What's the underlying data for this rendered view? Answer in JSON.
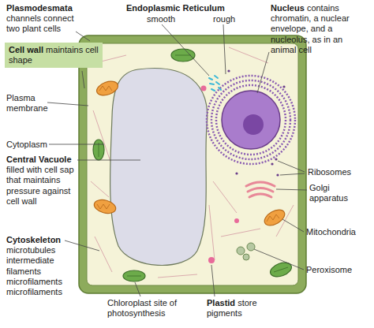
{
  "diagram": {
    "nodes": [
      {
        "text": [
          "Cell wall",
          "maintains cell shape"
        ]
      }
    ],
    "labels": [
      "Plasmodesmata",
      "channels connect two plant cells",
      "Endoplasmic Reticulum",
      "smooth",
      "rough",
      "Nucleus",
      "contains chromatin, a nuclear envelope, and a nucleolus, as in an animal cell",
      "Plasma membrane",
      "Cytoplasm",
      "Central Vacuole",
      "filled with cell sap that maintains pressure against cell wall",
      "Ribosomes",
      "Golgi apparatus",
      "Cytoskeleton",
      "microtubules intermediate filaments microfilaments microfilaments",
      "Mitochondria",
      "Peroxisome",
      "Chloroplast site of photosynthesis",
      "Plastid",
      "store pigments"
    ]
  }
}
